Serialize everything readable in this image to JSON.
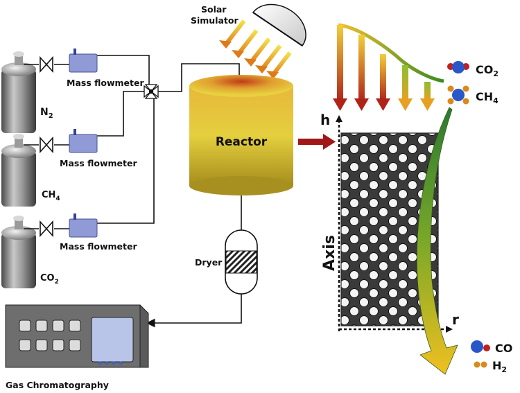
{
  "labels": {
    "solar_line1": "Solar",
    "solar_line2": "Simulator",
    "mass_flowmeter_1": "Mass flowmeter",
    "mass_flowmeter_2": "Mass flowmeter",
    "mass_flowmeter_3": "Mass flowmeter",
    "gas_n2": "N",
    "gas_n2_sub": "2",
    "gas_ch4": "CH",
    "gas_ch4_sub": "4",
    "gas_co2": "CO",
    "gas_co2_sub": "2",
    "reactor": "Reactor",
    "dryer": "Dryer",
    "gas_chromatography": "Gas Chromatography",
    "axis_h": "h",
    "axis_r": "r",
    "axis_label": "Axis",
    "in_co2": "CO",
    "in_co2_sub": "2",
    "in_ch4": "CH",
    "in_ch4_sub": "4",
    "out_co": "CO",
    "out_h2": "H",
    "out_h2_sub": "2"
  },
  "colors": {
    "pipe": "#111111",
    "reactor_gold": "#e0c43a",
    "arrow_red": "#a01818",
    "flowmeter_blue": "#8f9ad6",
    "molecule_blue": "#2a56c8",
    "molecule_red": "#c02020",
    "molecule_orange": "#d98a1c"
  }
}
